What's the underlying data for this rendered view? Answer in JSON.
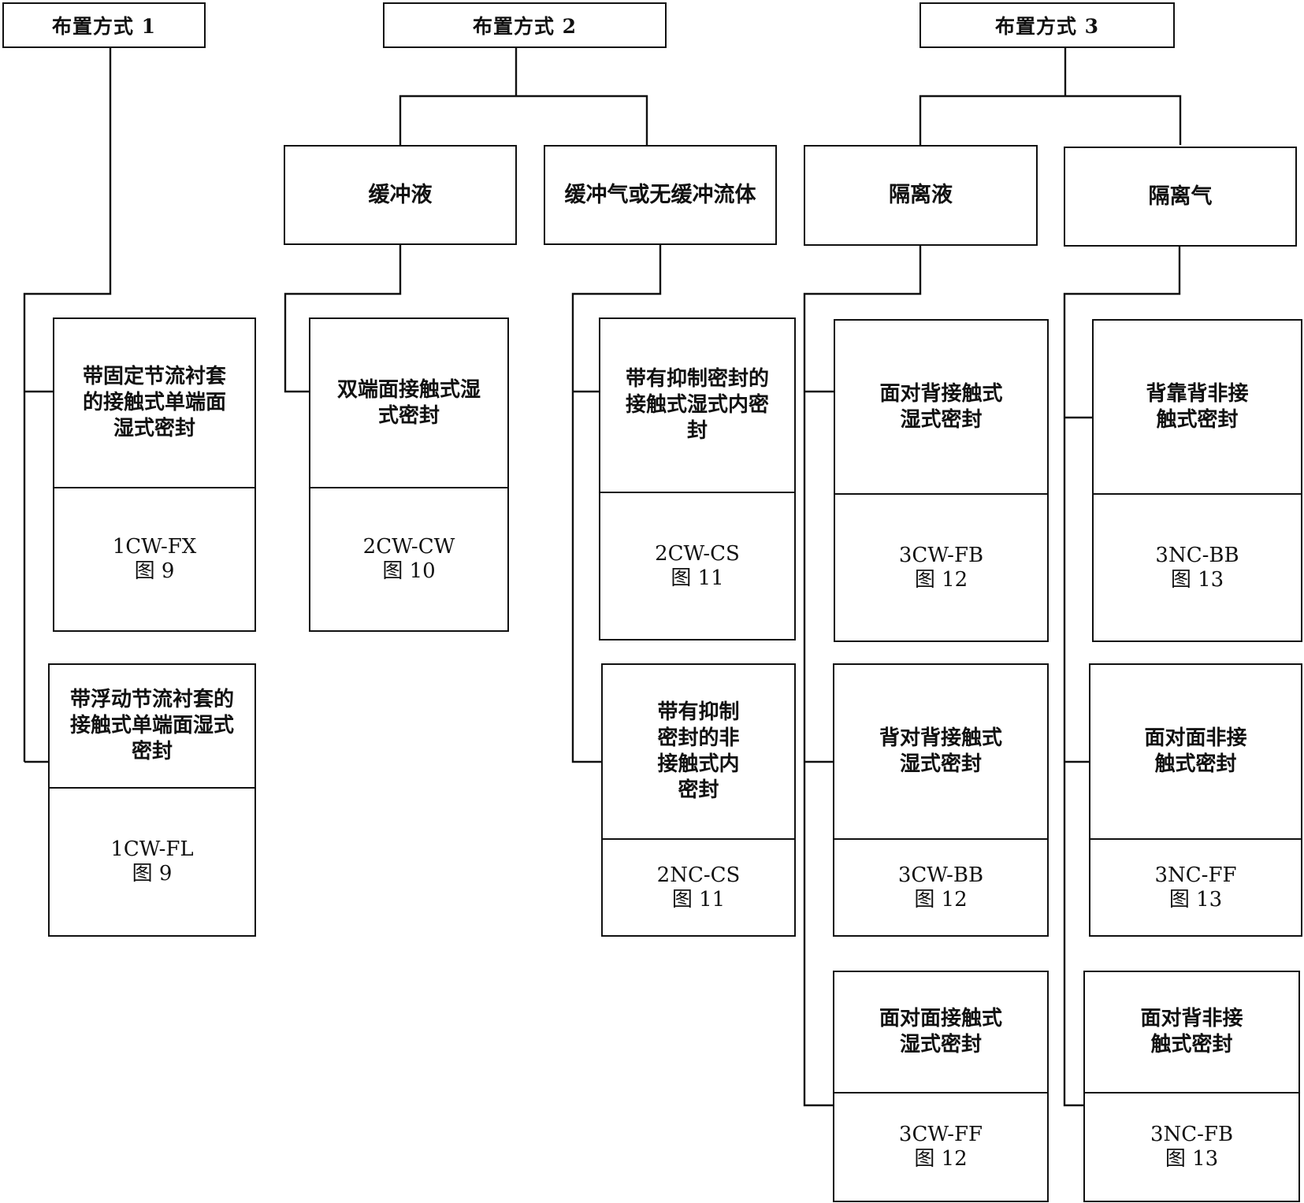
{
  "arrangements": [
    {
      "label": "布置方式 1",
      "groups": [
        {
          "label": "",
          "seals": [
            {
              "description": "带固定节流衬套的接触式单端面湿式密封",
              "code": "1CW-FX",
              "figure": "图 9"
            },
            {
              "description": "带浮动节流衬套的接触式单端面湿式密封",
              "code": "1CW-FL",
              "figure": "图 9"
            }
          ]
        }
      ]
    },
    {
      "label": "布置方式 2",
      "groups": [
        {
          "label": "缓冲液",
          "seals": [
            {
              "description": "双端面接触式湿式密封",
              "code": "2CW-CW",
              "figure": "图 10"
            }
          ]
        },
        {
          "label": "缓冲气或无缓冲流体",
          "seals": [
            {
              "description": "带有抑制密封的接触式湿式内密封",
              "code": "2CW-CS",
              "figure": "图 11"
            },
            {
              "description": "带有抑制密封的非接触式内密封",
              "code": "2NC-CS",
              "figure": "图 11"
            }
          ]
        }
      ]
    },
    {
      "label": "布置方式 3",
      "groups": [
        {
          "label": "隔离液",
          "seals": [
            {
              "description": "面对背接触式湿式密封",
              "code": "3CW-FB",
              "figure": "图 12"
            },
            {
              "description": "背对背接触式湿式密封",
              "code": "3CW-BB",
              "figure": "图 12"
            },
            {
              "description": "面对面接触式湿式密封",
              "code": "3CW-FF",
              "figure": "图 12"
            }
          ]
        },
        {
          "label": "隔离气",
          "seals": [
            {
              "description": "背靠背非接触式密封",
              "code": "3NC-BB",
              "figure": "图 13"
            },
            {
              "description": "面对面非接触式密封",
              "code": "3NC-FF",
              "figure": "图 13"
            },
            {
              "description": "面对背非接触式密封",
              "code": "3NC-FB",
              "figure": "图 13"
            }
          ]
        }
      ]
    }
  ]
}
